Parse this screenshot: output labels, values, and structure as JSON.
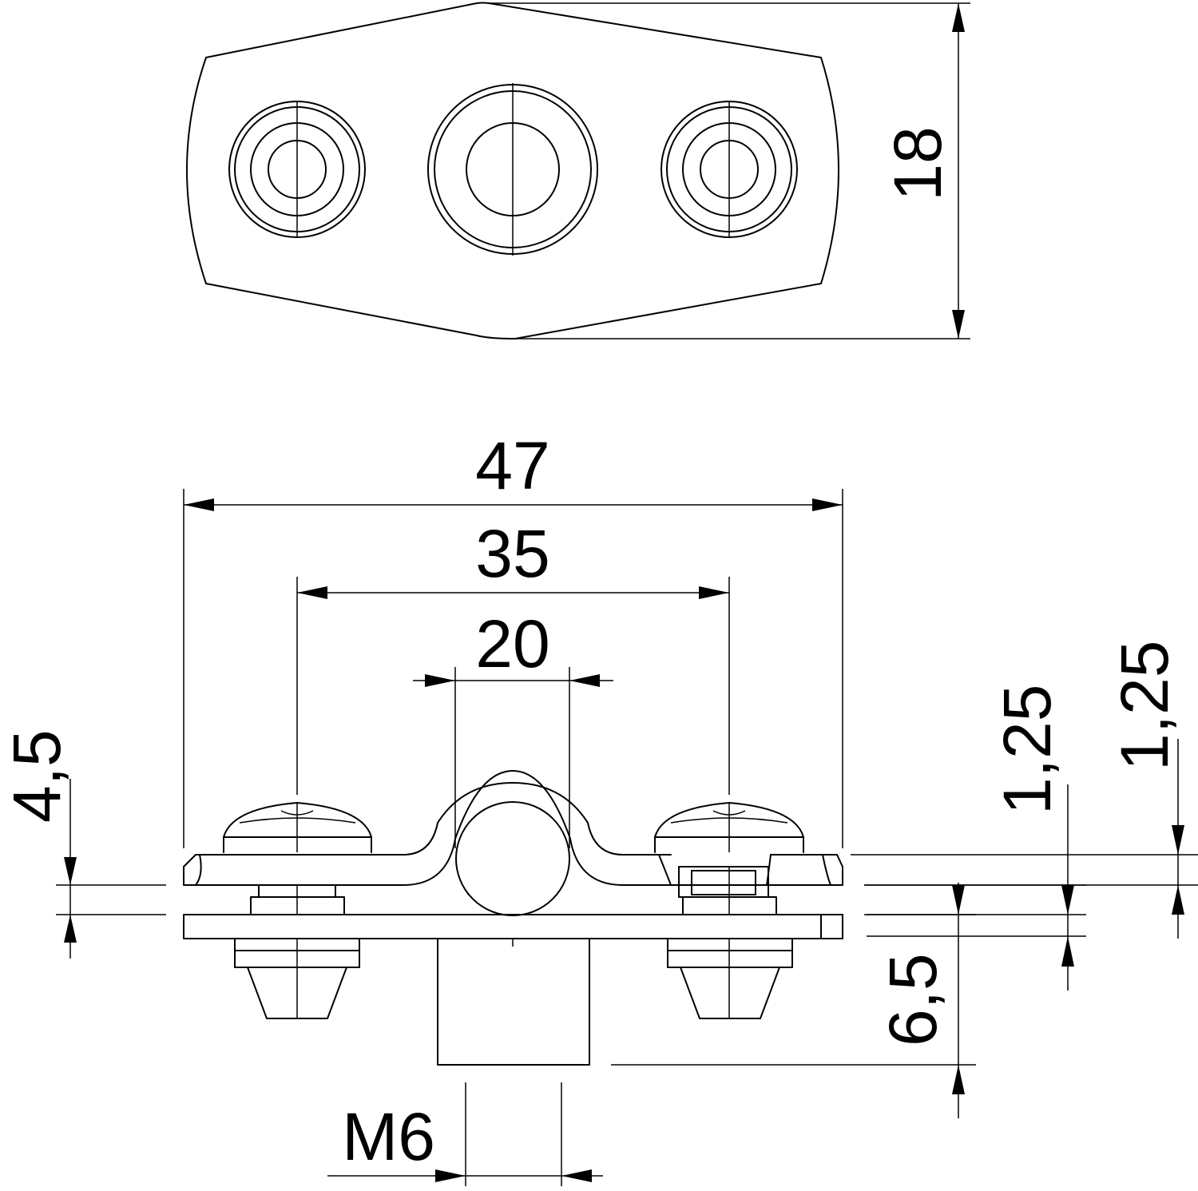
{
  "dimensions": {
    "height_top": "18",
    "width_total": "47",
    "hole_spacing": "35",
    "center_width": "20",
    "left_height": "4,5",
    "right_inner": "1,25",
    "right_outer": "1,25",
    "lower_height": "6,5",
    "thread": "M6"
  }
}
